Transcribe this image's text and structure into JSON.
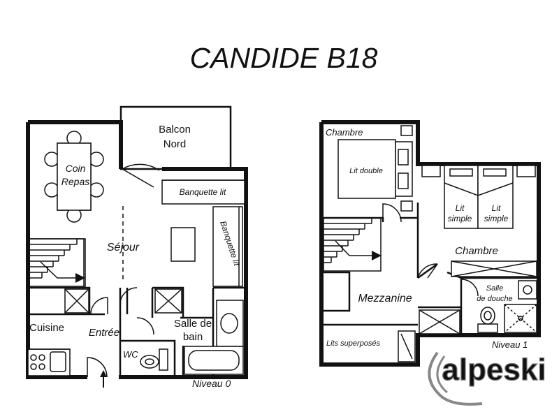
{
  "title": "CANDIDE B18",
  "level0": {
    "label": "Niveau 0",
    "rooms": {
      "balcon": [
        "Balcon",
        "Nord"
      ],
      "coin_repas": [
        "Coin",
        "Repas"
      ],
      "sejour": "Séjour",
      "banquette_h": "Banquette lit",
      "banquette_v": "Banquette lit",
      "cuisine": "Cuisine",
      "entree": "Entrée",
      "salle_bain": [
        "Salle de",
        "bain"
      ],
      "wc": "WC"
    }
  },
  "level1": {
    "label": "Niveau 1",
    "rooms": {
      "chambre1": "Chambre",
      "lit_double": "Lit double",
      "lit_simple_1": [
        "Lit",
        "simple"
      ],
      "lit_simple_2": [
        "Lit",
        "simple"
      ],
      "chambre2": "Chambre",
      "mezzanine": "Mezzanine",
      "salle_douche": [
        "Salle",
        "de douche"
      ],
      "lits_superposes": "Lits superposés"
    }
  },
  "logo": "alpeski"
}
